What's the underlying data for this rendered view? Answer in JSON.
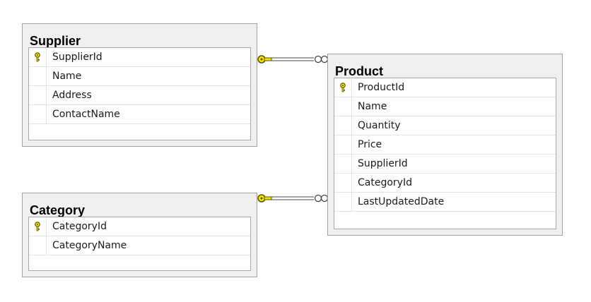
{
  "tables": {
    "supplier": {
      "title": "Supplier",
      "columns": [
        {
          "name": "SupplierId",
          "key": true
        },
        {
          "name": "Name",
          "key": false
        },
        {
          "name": "Address",
          "key": false
        },
        {
          "name": "ContactName",
          "key": false
        }
      ]
    },
    "category": {
      "title": "Category",
      "columns": [
        {
          "name": "CategoryId",
          "key": true
        },
        {
          "name": "CategoryName",
          "key": false
        }
      ]
    },
    "product": {
      "title": "Product",
      "columns": [
        {
          "name": "ProductId",
          "key": true
        },
        {
          "name": "Name",
          "key": false
        },
        {
          "name": "Quantity",
          "key": false
        },
        {
          "name": "Price",
          "key": false
        },
        {
          "name": "SupplierId",
          "key": false
        },
        {
          "name": "CategoryId",
          "key": false
        },
        {
          "name": "LastUpdatedDate",
          "key": false
        }
      ]
    }
  },
  "relationships": [
    {
      "from": "Supplier",
      "to": "Product",
      "from_end": "key-icon",
      "to_end": "infinity-icon"
    },
    {
      "from": "Category",
      "to": "Product",
      "from_end": "key-icon",
      "to_end": "infinity-icon"
    }
  ],
  "colors": {
    "key": "#f5e400",
    "key_outline": "#5a5000",
    "line": "#444444",
    "canvas": "#ffffff",
    "box": "#f0f0f0"
  }
}
